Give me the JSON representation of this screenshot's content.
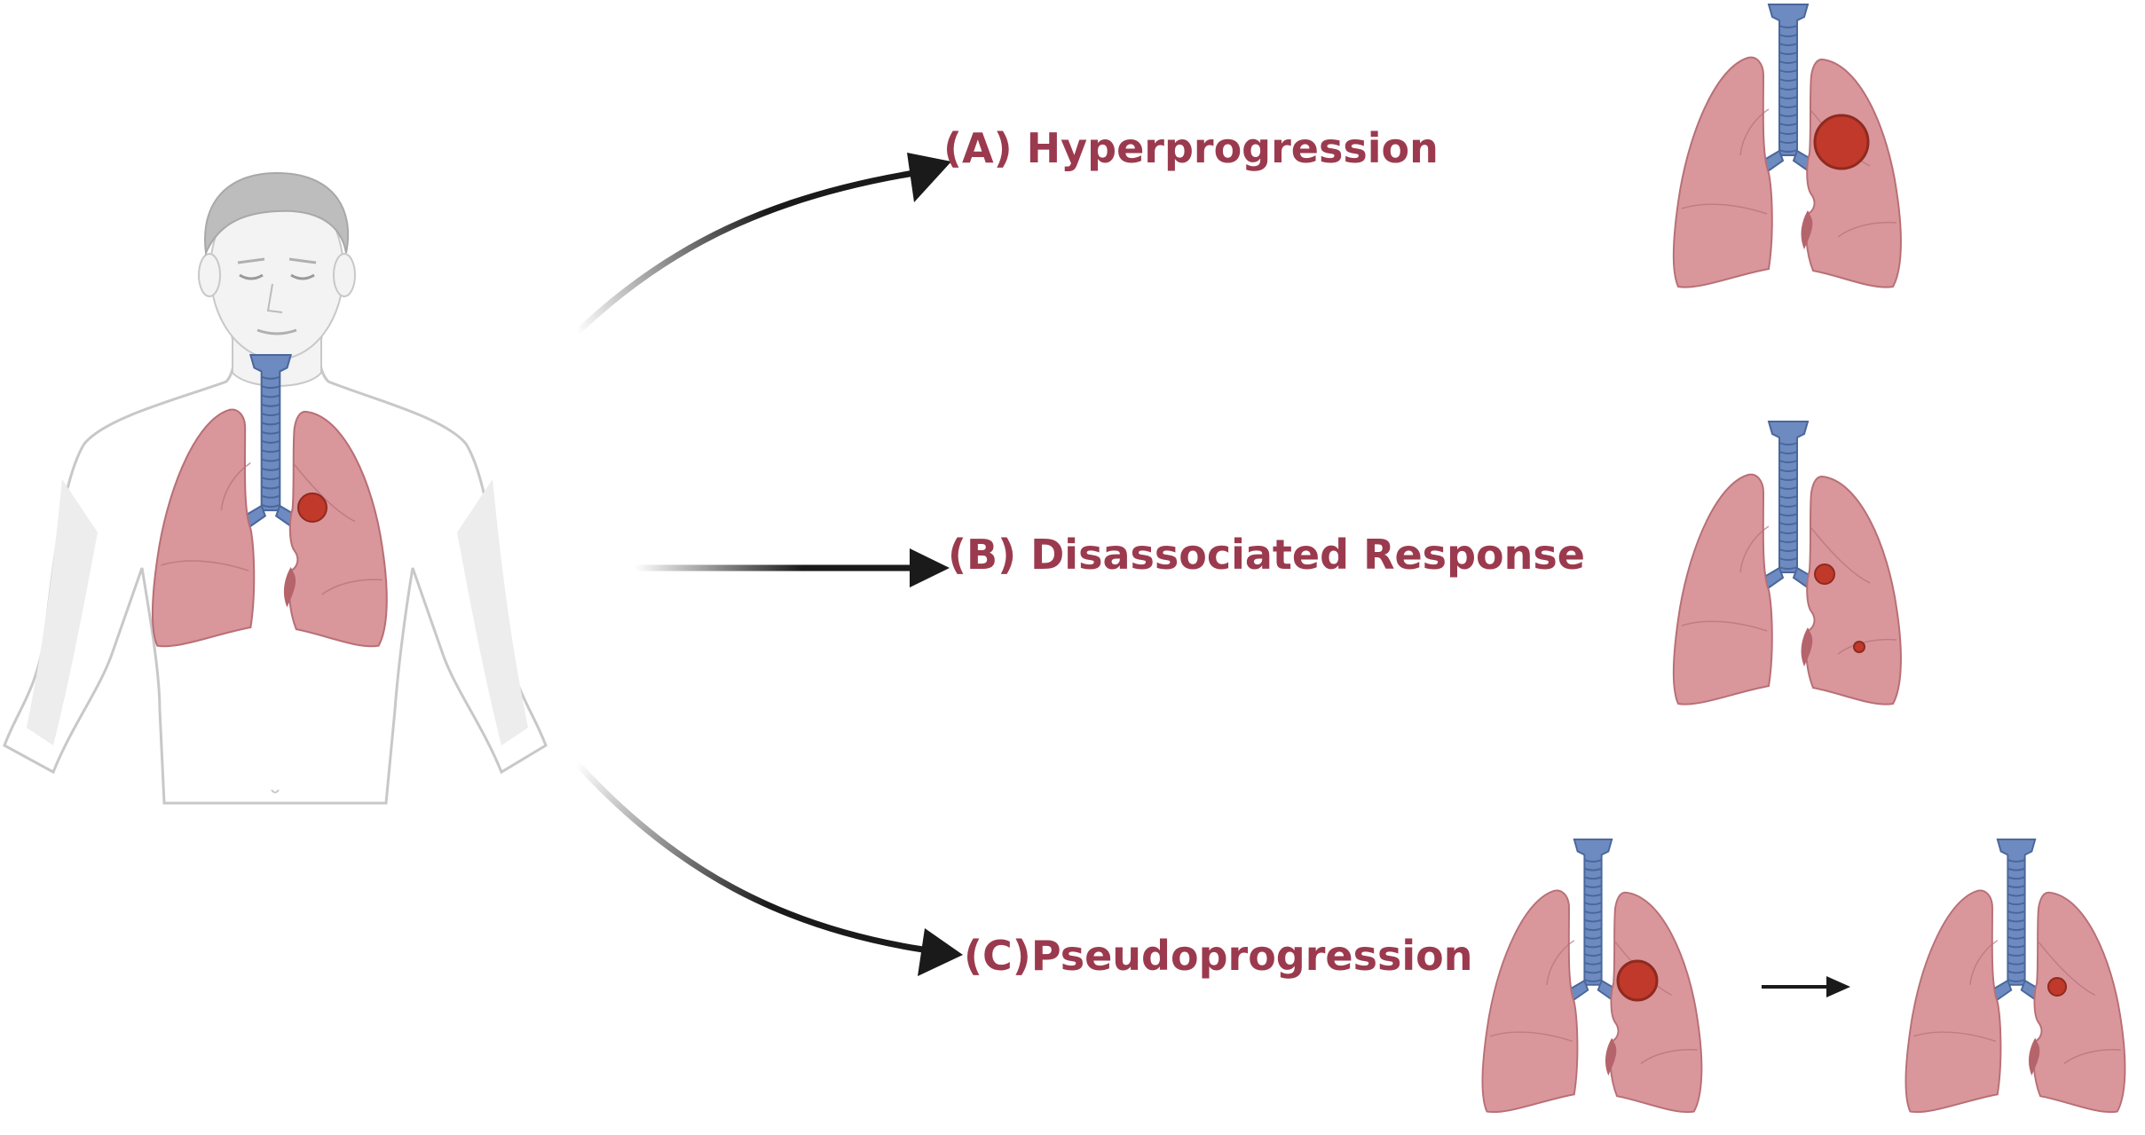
{
  "labels": {
    "a": "(A) Hyperprogression",
    "b": "(B) Disassociated Response",
    "c_prefix": "(C)",
    "c_word": "Pseudoprogression"
  },
  "colors": {
    "label_text": "#9b3a4e",
    "lung_fill": "#d9979c",
    "lung_stroke": "#b86f76",
    "trachea_fill": "#6d8bc0",
    "trachea_stroke": "#4a679b",
    "tumor_fill": "#c0392b",
    "tumor_stroke": "#8e2a1f",
    "body_outline": "#c8c8c8",
    "hair": "#bdbdbd",
    "skin": "#f3f3f3",
    "arrow": "#1a1a1a"
  },
  "icons": [
    "person-body-icon",
    "lungs-icon",
    "trachea-icon",
    "tumor-icon",
    "arrow-icon"
  ]
}
